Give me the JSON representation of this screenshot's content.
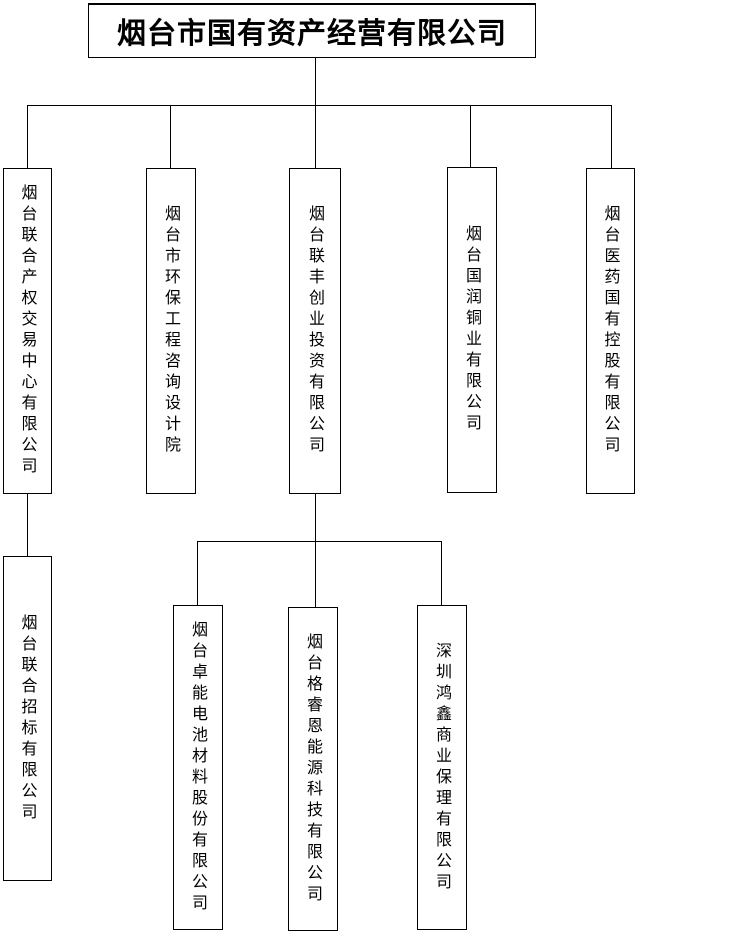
{
  "root": {
    "label": "烟台市国有资产经营有限公司"
  },
  "level1": [
    {
      "label": "烟台联合产权交易中心有限公司"
    },
    {
      "label": "烟台市环保工程咨询设计院"
    },
    {
      "label": "烟台联丰创业投资有限公司"
    },
    {
      "label": "烟台国润铜业有限公司"
    },
    {
      "label": "烟台医药国有控股有限公司"
    }
  ],
  "level2_under_exchange": [
    {
      "label": "烟台联合招标有限公司"
    }
  ],
  "level2_under_lianfeng": [
    {
      "label": "烟台卓能电池材料股份有限公司"
    },
    {
      "label": "烟台格睿恩能源科技有限公司"
    },
    {
      "label": "深圳鸿鑫商业保理有限公司"
    }
  ]
}
